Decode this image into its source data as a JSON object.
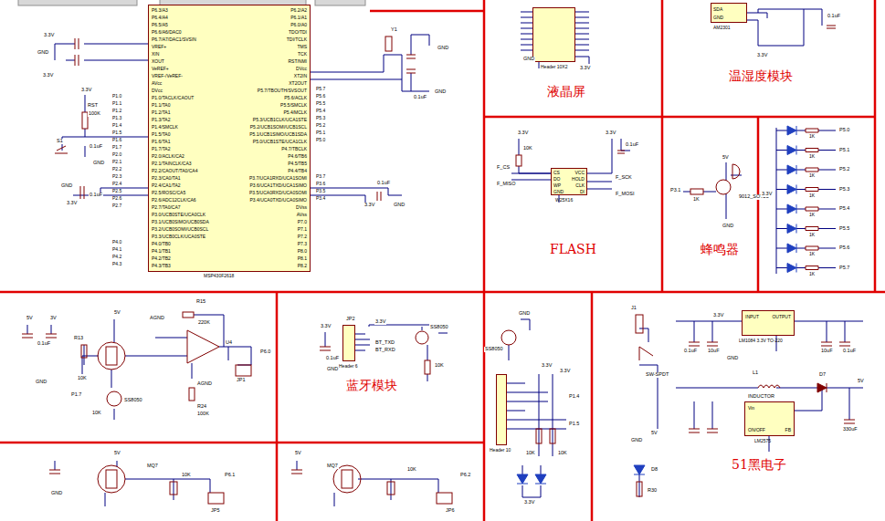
{
  "diagram": {
    "nodes": [
      {
        "text": [
          "P6.3/A3",
          "P6.4/A4",
          "P6.5/A5",
          "P6.6/A6/DAC0",
          "P6.7/A7/DAC1/SVSIN",
          "VREF+",
          "XIN",
          "XOUT",
          "VeREF+",
          "VREF-/VeREF-",
          "AVcc",
          "DVcc",
          "P1.0/TACLK/CAOUT",
          "P1.1/TA0",
          "P1.2/TA1",
          "P1.3/TA2",
          "P1.4/SMCLK",
          "P1.5/TA0",
          "P1.6/TA1",
          "P1.7/TA2",
          "P2.0/ACLK/CA2",
          "P2.1/TAINCLK/CA3",
          "P2.2/CAOUT/TA0/CA4",
          "P2.3/CA0/TA1",
          "P2.4/CA1/TA2",
          "P2.5/ROSC/CA5",
          "P2.6/ADC12CLK/CA6",
          "P2.7/TA0/CA7",
          "P3.0/UCB0STE/UCA0CLK",
          "P3.1/UCB0SIMO/UCB0SDA",
          "P3.2/UCB0SOMI/UCB0SCL",
          "P3.3/UCB0CLK/UCA0STE",
          "P4.0/TB0",
          "P4.1/TB1",
          "P4.2/TB2",
          "P4.3/TB3",
          "P6.2/A2",
          "P6.1/A1",
          "P6.0/A0",
          "TDO/TDI",
          "TDI/TCLK",
          "TMS",
          "TCK",
          "RST/NMI",
          "DVcc",
          "XT2IN",
          "XT2OUT",
          "P5.7/TBOUTH/SVSOUT",
          "P5.6/ACLK",
          "P5.5/SMCLK",
          "P5.4/MCLK",
          "P5.3/UCB1CLK/UCA1STE",
          "P5.2/UCB1SOMI/UCB1SCL",
          "P5.1/UCB1SIMO/UCB1SDA",
          "P5.0/UCB1STE/UCA1CLK",
          "P4.7/TBCLK",
          "P4.6/TB6",
          "P4.5/TB5",
          "P4.4/TB4",
          "P3.7/UCA1RXD/UCA1SOMI",
          "P3.6/UCA1TXD/UCA1SIMO",
          "P3.5/UCA0RXD/UCA0SOMI",
          "P3.4/UCA0TXD/UCA0SIMO",
          "DVss",
          "AVss",
          "P7.0",
          "P7.1",
          "P7.2",
          "P7.3",
          "P8.0",
          "P8.1",
          "P8.2",
          "MSP430F2618"
        ]
      },
      {
        "text": [
          "Header 10X2"
        ]
      },
      {
        "text": [
          "SDA",
          "GND",
          "AM2301"
        ]
      },
      {
        "text": [
          "CS",
          "DO",
          "WP",
          "GND",
          "VCC",
          "HOLD",
          "CLK",
          "DI",
          "W25X16"
        ]
      },
      {
        "text": [
          "Header 6"
        ]
      },
      {
        "text": [
          "Header 10"
        ]
      },
      {
        "text": [
          "INPUT",
          "OUTPUT",
          "LM1084 3.3V TO-220"
        ]
      },
      {
        "text": [
          "Vin",
          "ON/OFF",
          "FB",
          "LM2575"
        ]
      }
    ],
    "labels": [
      "P1.0",
      "P1.1",
      "P1.2",
      "P1.3",
      "P1.4",
      "P1.5",
      "P1.6",
      "P1.7",
      "P2.0",
      "P2.1",
      "P2.2",
      "P2.3",
      "P2.4",
      "P2.5",
      "P2.6",
      "P2.7",
      "P4.0",
      "P4.1",
      "P4.2",
      "P4.3",
      "P5.7",
      "P5.6",
      "P5.5",
      "P5.4",
      "P5.3",
      "P5.2",
      "P5.1",
      "P5.0",
      "P3.7",
      "P3.6",
      "P3.5",
      "P3.4",
      "1K",
      "1K",
      "1K",
      "1K",
      "1K",
      "1K",
      "1K",
      "1K",
      "P5.0",
      "P5.1",
      "P5.2",
      "P5.3",
      "P5.4",
      "P5.5",
      "P5.6",
      "P5.7",
      "液晶屏",
      "温湿度模块",
      "FLASH",
      "蜂鸣器",
      "蓝牙模块",
      "51黑电子",
      "3.3V",
      "GND",
      "3.3V",
      "3.3V",
      "RST",
      "100K",
      "S1",
      "0.1uF",
      "GND",
      "GND",
      "3.3V",
      "0.1uF",
      "Y1",
      "GND",
      "GND",
      "0.1uF",
      "3.3V",
      "GND",
      "0.1uF",
      "GND",
      "3.3V",
      "3.3V",
      "0.1uF",
      "3.3V",
      "3.3V",
      "0.1uF",
      "10K",
      "F_CS",
      "F_MISO",
      "F_SCK",
      "F_MOSI",
      "5V",
      "P3.1",
      "1K",
      "9012_SOT23",
      "GND",
      "3.3V",
      "5V",
      "3V",
      "5V",
      "AGND",
      "0.1uF",
      "R13",
      "R15",
      "220K",
      "U4",
      "JP1",
      "P6.0",
      "AGND",
      "R24",
      "100K",
      "10K",
      "P1.7",
      "SS8050",
      "10K",
      "GND",
      "3.3V",
      "3.3V",
      "JP2",
      "BT_TXD",
      "BT_RXD",
      "10K",
      "SS8050",
      "GND",
      "0.1uF",
      "5V",
      "MQ7",
      "10K",
      "JP5",
      "P6.1",
      "GND",
      "5V",
      "MQ7",
      "10K",
      "JP6",
      "P6.2",
      "GND",
      "SS8050",
      "3.3V",
      "3.3V",
      "P1.4",
      "P1.5",
      "3.3V",
      "10K",
      "10K",
      "J1",
      "SW-SPDT",
      "5V",
      "GND",
      "0.1uF",
      "10uF",
      "0.1uF",
      "10uF",
      "3.3V",
      "L1",
      "INDUCTOR",
      "D7",
      "5V",
      "330uF",
      "D8",
      "R30",
      "GND"
    ]
  }
}
